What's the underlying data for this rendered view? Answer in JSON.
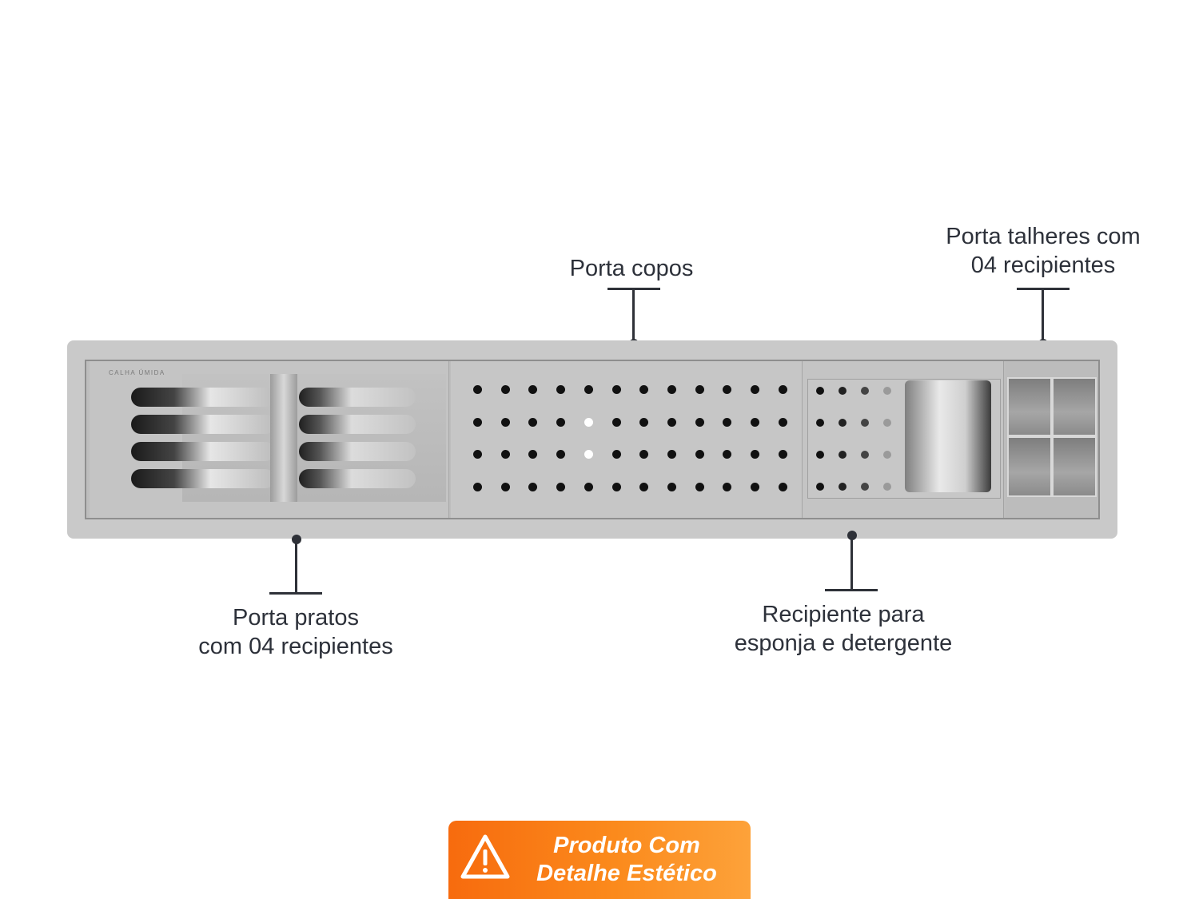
{
  "callouts": {
    "cups": {
      "lines": [
        "Porta copos"
      ]
    },
    "cutlery": {
      "lines": [
        "Porta talheres com",
        "04 recipientes"
      ]
    },
    "plates": {
      "lines": [
        "Porta pratos",
        "com 04 recipientes"
      ]
    },
    "sponge": {
      "lines": [
        "Recipiente para",
        "esponja e detergente"
      ]
    }
  },
  "product": {
    "brand_mark": "CALHA ÚMIDA"
  },
  "badge": {
    "lines": [
      "Produto Com",
      "Detalhe Estético"
    ],
    "icon": "warning-icon"
  },
  "colors": {
    "badge_start": "#f76b0e",
    "badge_end": "#fda23a",
    "leader": "#2e3138"
  }
}
